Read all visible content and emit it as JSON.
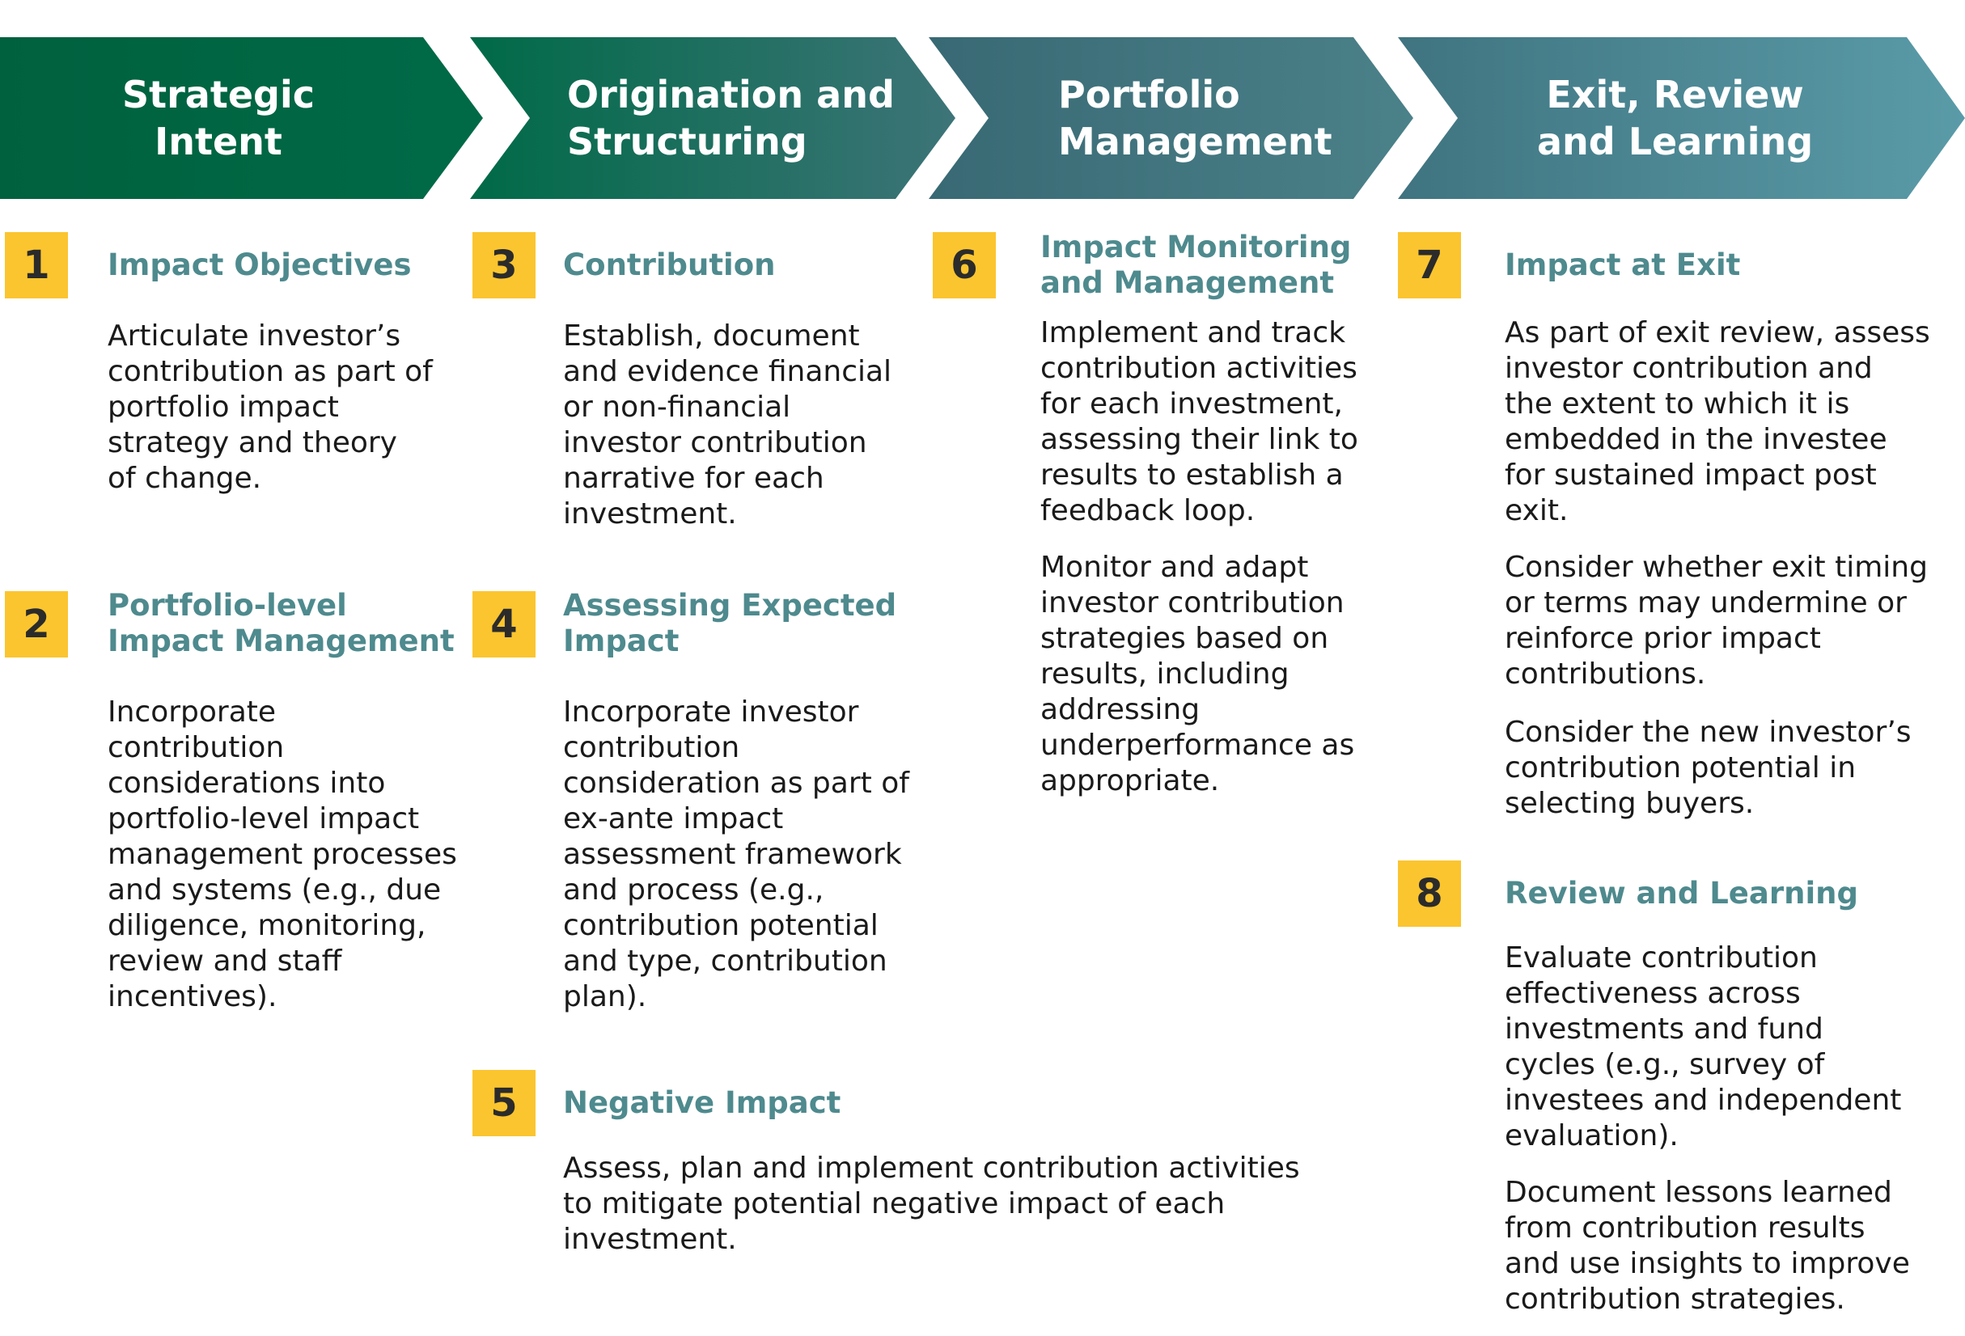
{
  "colors": {
    "arrow_gradient_start": "#00613e",
    "arrow_gradient_mid": "#3a6f75",
    "arrow_gradient_end": "#5799a6",
    "number_box": "#fbc52f",
    "step_title": "#4e8a8e",
    "body_text": "#1a1a1a"
  },
  "phases": [
    {
      "lines": [
        "Strategic",
        "Intent"
      ]
    },
    {
      "lines": [
        "Origination and",
        "Structuring"
      ]
    },
    {
      "lines": [
        "Portfolio",
        "Management"
      ]
    },
    {
      "lines": [
        "Exit, Review",
        "and Learning"
      ]
    }
  ],
  "steps": [
    {
      "number": "1",
      "title_lines": [
        "Impact Objectives"
      ],
      "paragraphs": [
        [
          "Articulate investor’s",
          "contribution as part of",
          "portfolio impact",
          "strategy and theory",
          "of change."
        ]
      ]
    },
    {
      "number": "2",
      "title_lines": [
        "Portfolio-level",
        "Impact Management"
      ],
      "paragraphs": [
        [
          "Incorporate",
          "contribution",
          "considerations into",
          "portfolio-level impact",
          "management processes",
          "and systems (e.g., due",
          "diligence, monitoring,",
          "review and staff",
          "incentives)."
        ]
      ]
    },
    {
      "number": "3",
      "title_lines": [
        "Contribution"
      ],
      "paragraphs": [
        [
          "Establish, document",
          "and evidence financial",
          "or non-financial",
          "investor contribution",
          "narrative for each",
          "investment."
        ]
      ]
    },
    {
      "number": "4",
      "title_lines": [
        "Assessing Expected",
        "Impact"
      ],
      "paragraphs": [
        [
          "Incorporate investor",
          "contribution",
          "consideration as part of",
          "ex-ante impact",
          "assessment framework",
          "and process (e.g.,",
          "contribution potential",
          "and type, contribution",
          "plan)."
        ]
      ]
    },
    {
      "number": "5",
      "title_lines": [
        "Negative Impact"
      ],
      "paragraphs": [
        [
          "Assess, plan and implement contribution activities",
          "to mitigate potential negative impact of each",
          "investment."
        ]
      ]
    },
    {
      "number": "6",
      "title_lines": [
        "Impact Monitoring",
        "and Management"
      ],
      "paragraphs": [
        [
          "Implement and track",
          "contribution activities",
          "for each investment,",
          "assessing their link to",
          "results to establish a",
          "feedback loop."
        ],
        [
          "Monitor and adapt",
          "investor contribution",
          "strategies based on",
          "results, including",
          "addressing",
          "underperformance as",
          "appropriate."
        ]
      ]
    },
    {
      "number": "7",
      "title_lines": [
        "Impact at Exit"
      ],
      "paragraphs": [
        [
          "As part of exit review, assess",
          "investor contribution and",
          "the extent to which it is",
          "embedded in the investee",
          "for sustained impact post",
          "exit."
        ],
        [
          "Consider whether exit timing",
          "or terms may undermine or",
          "reinforce prior impact",
          "contributions."
        ],
        [
          "Consider the new investor’s",
          "contribution potential in",
          "selecting buyers."
        ]
      ]
    },
    {
      "number": "8",
      "title_lines": [
        "Review and Learning"
      ],
      "paragraphs": [
        [
          "Evaluate contribution",
          "effectiveness across",
          "investments and fund",
          "cycles (e.g., survey of",
          "investees and independent",
          "evaluation)."
        ],
        [
          "Document lessons learned",
          "from contribution results",
          "and use insights to improve",
          "contribution strategies."
        ]
      ]
    }
  ]
}
